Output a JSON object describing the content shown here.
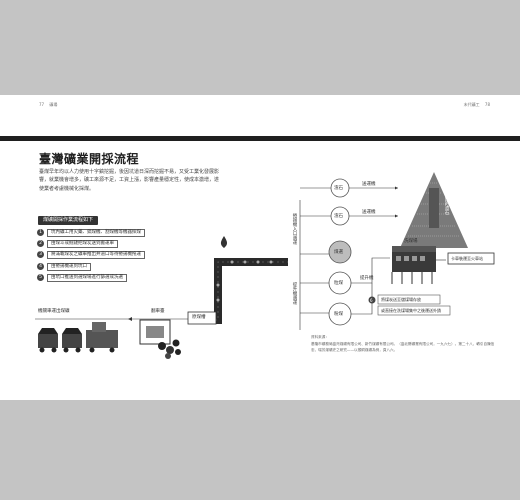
{
  "running_head": {
    "left_page_no": "77",
    "left_label": "礦場",
    "right_label": "末代礦工",
    "right_page_no": "78"
  },
  "title": "臺灣礦業開採流程",
  "intro": "臺煤早年均以人力使用十字鎬挖掘，後因坑道日深而挖掘不易，又受工業化發展影響，就業機會增多，礦工來源不足，工資上漲，影響產量穩定性，使成本激增，遂使業者考慮機械化採煤。",
  "steps_heading": "煤礦開採作業流程如下",
  "steps": [
    {
      "num": "1",
      "text": "坑內礦工用火藥、鎬煤機、割煤機等機器採煤"
    },
    {
      "num": "2",
      "text": "由煤斗或掘鏈把煤炭送到搬運車"
    },
    {
      "num": "3",
      "text": "將滿載煤炭之礦車推出井道口等待捲揚機拖運"
    },
    {
      "num": "4",
      "text": "由捲揚機運到坑口"
    },
    {
      "num": "5",
      "text": "由坑口推送到選煤場進行篩選或洗選"
    }
  ],
  "diagram": {
    "mine_cart_label": "機關車運出煤礦",
    "cart_label": "翻車臺",
    "crusher_label": "原煤槽",
    "conveyor_label_top": "捲揚機入口選運",
    "conveyor_label_bottom": "提升機選運",
    "nodes": [
      {
        "id": "waste-rock-1",
        "label": "渣石"
      },
      {
        "id": "waste-rock-2",
        "label": "渣石"
      },
      {
        "id": "sieve-coal",
        "label": "煤選"
      },
      {
        "id": "lump-coal",
        "label": "粒煤"
      },
      {
        "id": "powder-coal",
        "label": "粉煤"
      }
    ],
    "belt_label_1": "送運機",
    "belt_label_2": "送運機",
    "lift_label": "提升機",
    "pile_label": "坑口的渣石",
    "plant_label": "洗煤場",
    "coal_yard_label": "卡車裝運至火車站",
    "step6_num": "6",
    "step6_text": "將煤炭送至儲煤場存放",
    "step6_text2": "或直接在洗煤場集中之後運送外銷"
  },
  "sources_label": "資料來源：",
  "sources_text": "基隆市礦務局臺灣煤礦有限公司、新竹煤礦有限公司。（臺北縣礦業有限公司，一九六七）。第二十八，轉引自陳信忠，瑞芳煤礦史之研究——以猴硐煤礦為例，頁八六。",
  "colors": {
    "band": "#c4c4c4",
    "rule": "#1f1f1f",
    "dark": "#333333",
    "coal": "#222222"
  }
}
